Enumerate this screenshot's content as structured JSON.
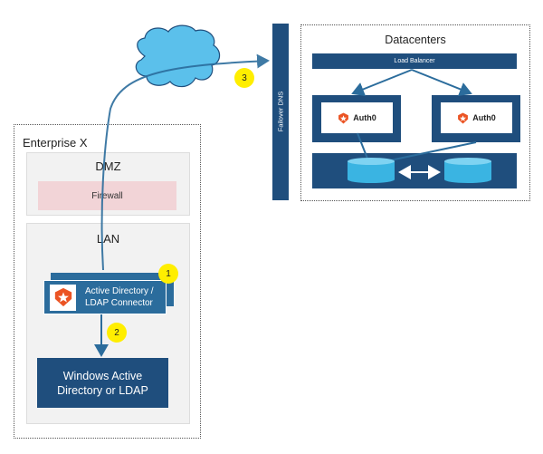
{
  "enterprise": {
    "title": "Enterprise X",
    "dmz": {
      "title": "DMZ",
      "firewall_label": "Firewall"
    },
    "lan": {
      "title": "LAN",
      "connector_label_line1": "Active Directory /",
      "connector_label_line2": "LDAP Connector",
      "directory_label_line1": "Windows Active",
      "directory_label_line2": "Directory or LDAP"
    }
  },
  "badges": [
    "1",
    "2",
    "3"
  ],
  "failover_dns_label": "Failover DNS",
  "datacenters": {
    "title": "Datacenters",
    "load_balancer_label": "Load Balancer",
    "servers": [
      {
        "label": "Auth0"
      },
      {
        "label": "Auth0"
      }
    ]
  },
  "colors": {
    "dark_blue": "#1f4e7d",
    "connector_blue": "#2b6c9c",
    "cloud_blue": "#5bc0eb",
    "db_blue": "#3ab4e2",
    "badge_yellow": "#ffee00",
    "firewall_pink": "#f2d4d7",
    "auth0_orange": "#eb5424"
  }
}
